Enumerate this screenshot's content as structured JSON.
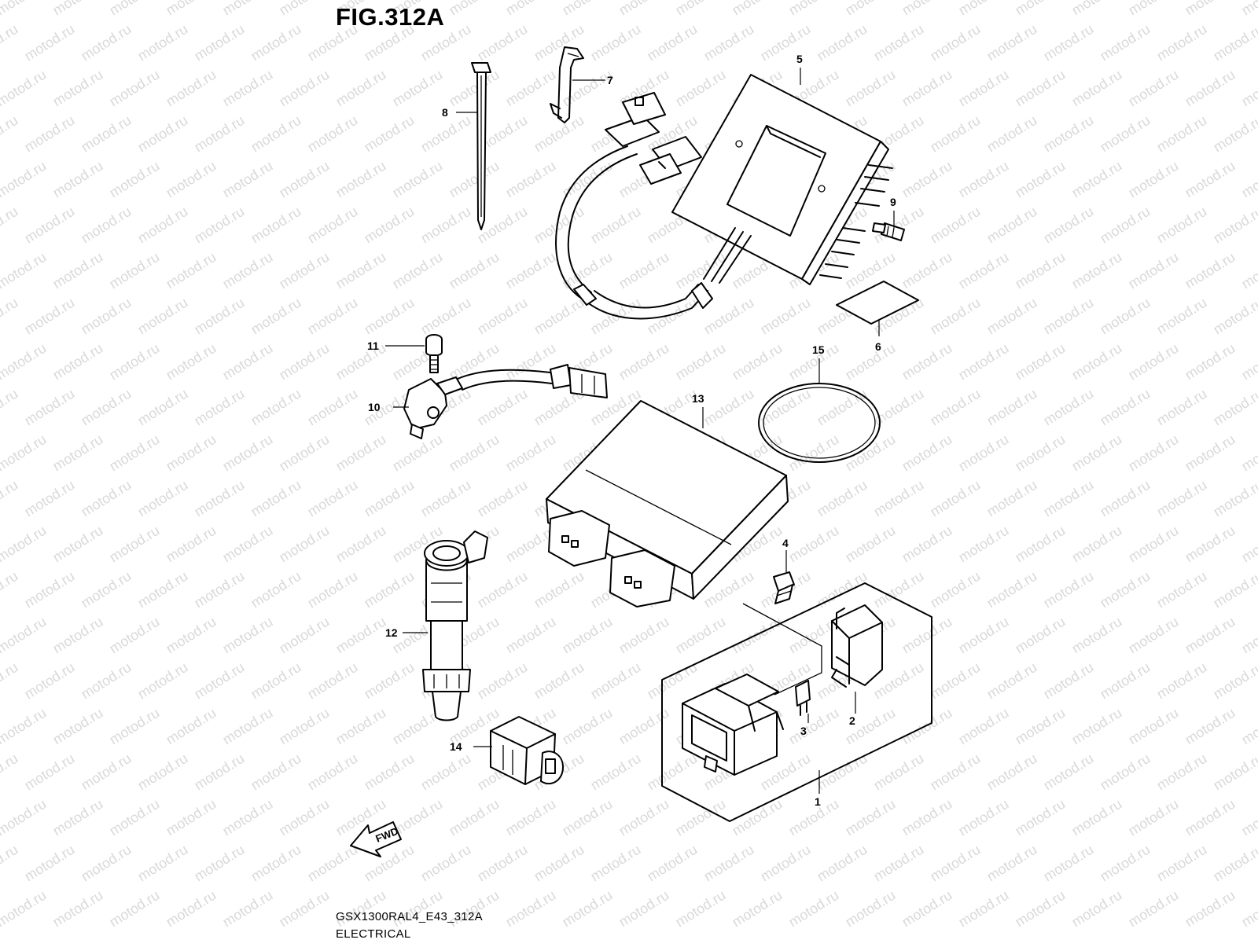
{
  "figure": {
    "title": "FIG.312A",
    "model_code": "GSX1300RAL4_E43_312A",
    "section": "ELECTRICAL",
    "watermark": "motod.ru"
  },
  "direction_arrow": {
    "label": "FWD",
    "icon": "fwd-arrow-icon"
  },
  "callouts": [
    {
      "id": "1",
      "label": "1",
      "part": "relay-assembly"
    },
    {
      "id": "2",
      "label": "2",
      "part": "relay-cover"
    },
    {
      "id": "3",
      "label": "3",
      "part": "fuse"
    },
    {
      "id": "4",
      "label": "4",
      "part": "bolt"
    },
    {
      "id": "5",
      "label": "5",
      "part": "regulator-rectifier"
    },
    {
      "id": "6",
      "label": "6",
      "part": "pad"
    },
    {
      "id": "7",
      "label": "7",
      "part": "clamp"
    },
    {
      "id": "8",
      "label": "8",
      "part": "cable-tie"
    },
    {
      "id": "9",
      "label": "9",
      "part": "screw"
    },
    {
      "id": "10",
      "label": "10",
      "part": "sensor"
    },
    {
      "id": "11",
      "label": "11",
      "part": "bolt"
    },
    {
      "id": "12",
      "label": "12",
      "part": "ignition-coil"
    },
    {
      "id": "13",
      "label": "13",
      "part": "ecm-unit"
    },
    {
      "id": "14",
      "label": "14",
      "part": "connector"
    },
    {
      "id": "15",
      "label": "15",
      "part": "rubber-band"
    }
  ],
  "colors": {
    "line": "#000000",
    "background": "#ffffff",
    "watermark": "#d9d9d9"
  }
}
